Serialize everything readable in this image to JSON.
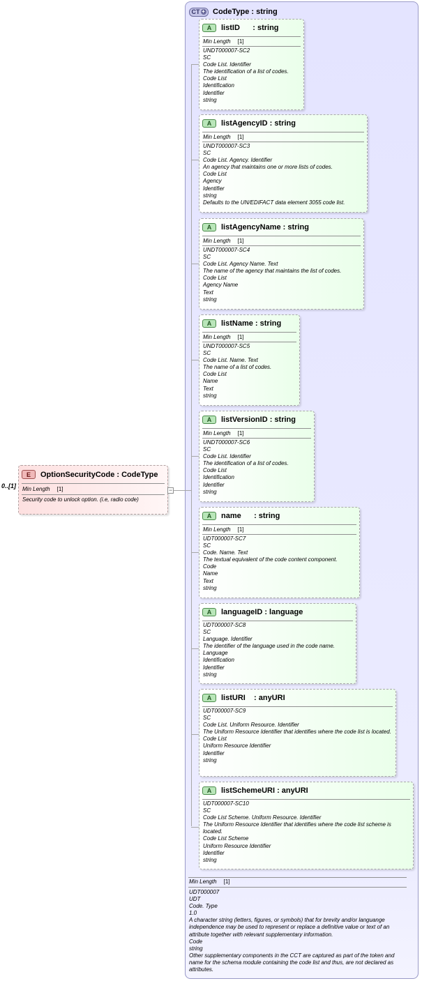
{
  "element": {
    "badge": "E",
    "title": "OptionSecurityCode : CodeType",
    "occurrence": "0..[1]",
    "min_length_label": "Min Length",
    "min_length_value": "[1]",
    "doc": "Security code to unlock option. (i.e, radio code)"
  },
  "complex_type": {
    "badge": "CT",
    "title": "CodeType : string"
  },
  "attributes": [
    {
      "name": "listID      : string",
      "min_length_label": "Min Length",
      "min_length_value": "[1]",
      "doc": [
        "UNDT000007-SC2",
        "SC",
        "Code List. Identifier",
        "The identification of a list of codes.",
        "Code List",
        "Identification",
        "Identifier",
        "string"
      ]
    },
    {
      "name": "listAgencyID : string",
      "min_length_label": "Min Length",
      "min_length_value": "[1]",
      "doc": [
        "UNDT000007-SC3",
        "SC",
        "Code List. Agency. Identifier",
        "An agency that maintains one or more lists of codes.",
        "Code List",
        "Agency",
        "Identifier",
        "string",
        "Defaults to the UN/EDIFACT data element 3055 code list."
      ]
    },
    {
      "name": "listAgencyName : string",
      "min_length_label": "Min Length",
      "min_length_value": "[1]",
      "doc": [
        "UNDT000007-SC4",
        "SC",
        "Code List. Agency Name. Text",
        "The name of the agency that maintains the list of codes.",
        "Code List",
        "Agency Name",
        "Text",
        "string"
      ]
    },
    {
      "name": "listName : string",
      "min_length_label": "Min Length",
      "min_length_value": "[1]",
      "doc": [
        "UNDT000007-SC5",
        "SC",
        "Code List. Name. Text",
        "The name of a list of codes.",
        "Code List",
        "Name",
        "Text",
        "string"
      ]
    },
    {
      "name": "listVersionID : string",
      "min_length_label": "Min Length",
      "min_length_value": "[1]",
      "doc": [
        "UNDT000007-SC6",
        "SC",
        "Code List. Identifier",
        "The identification of a list of codes.",
        "Code List",
        "Identification",
        "Identifier",
        "string"
      ]
    },
    {
      "name": "name      : string",
      "min_length_label": "Min Length",
      "min_length_value": "[1]",
      "doc": [
        "UDT000007-SC7",
        "SC",
        "Code. Name. Text",
        "The textual equivalent of the code content component.",
        "Code",
        "Name",
        "Text",
        "string"
      ]
    },
    {
      "name": "languageID : language",
      "doc": [
        "UDT000007-SC8",
        "SC",
        "Language. Identifier",
        "The identifier of the language used in the code name.",
        "Language",
        "Identification",
        "Identifier",
        "string"
      ]
    },
    {
      "name": "listURI    : anyURI",
      "doc": [
        "UDT000007-SC9",
        "SC",
        "Code List. Uniform Resource. Identifier",
        "The Uniform Resource Identifier that identifies where the code list is located.",
        "Code List",
        "Uniform Resource Identifier",
        "Identifier",
        "string"
      ]
    },
    {
      "name": "listSchemeURI : anyURI",
      "doc": [
        "UDT000007-SC10",
        "SC",
        "Code List Scheme. Uniform Resource. Identifier",
        "The Uniform Resource Identifier that identifies where the code list scheme is located.",
        "Code List Scheme",
        "Uniform Resource Identifier",
        "Identifier",
        "string"
      ]
    }
  ],
  "type_footer": {
    "min_length_label": "Min Length",
    "min_length_value": "[1]",
    "doc": [
      "UDT000007",
      "UDT",
      "Code. Type",
      "1.0",
      "A character string (letters, figures, or symbols) that for brevity and/or languange independence may be used to represent or replace a definitive value or text of an attribute together with relevant supplementary information.",
      "Code",
      "string",
      "Other supplementary components in the CCT are captured as part of the token and name for the schema module containing the code list and thus, are not declared as attributes."
    ]
  }
}
